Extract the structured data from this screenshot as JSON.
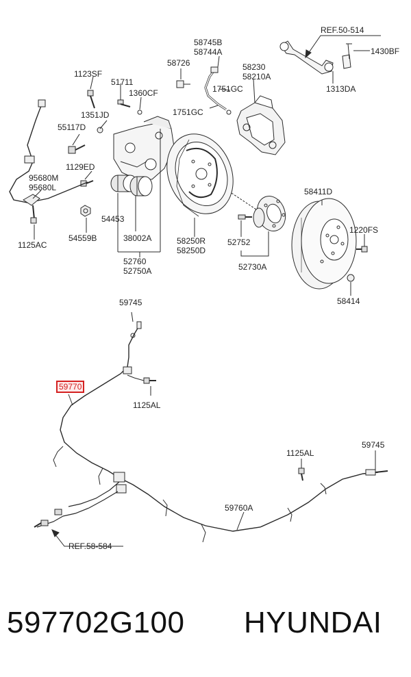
{
  "labels": {
    "ref_50_514": "REF.50-514",
    "p1430BF": "1430BF",
    "p1313DA": "1313DA",
    "p58745B": "58745B",
    "p58744A": "58744A",
    "p58726": "58726",
    "p1123SF": "1123SF",
    "p51711": "51711",
    "p1360CF": "1360CF",
    "p1751GC_a": "1751GC",
    "p1751GC_b": "1751GC",
    "p58230": "58230",
    "p58210A": "58210A",
    "p1351JD": "1351JD",
    "p55117D": "55117D",
    "p1129ED": "1129ED",
    "p95680M": "95680M",
    "p95680L": "95680L",
    "p1125AC": "1125AC",
    "p54453": "54453",
    "p54559B": "54559B",
    "p38002A": "38002A",
    "p52760": "52760",
    "p52750A": "52750A",
    "p58250R": "58250R",
    "p58250D": "58250D",
    "p52752": "52752",
    "p52730A": "52730A",
    "p58411D": "58411D",
    "p1220FS": "1220FS",
    "p58414": "58414",
    "p59745_top": "59745",
    "p59770": "59770",
    "p1125AL_a": "1125AL",
    "p1125AL_b": "1125AL",
    "p59745_right": "59745",
    "p59760A": "59760A",
    "ref_58_584": "REF.58-584"
  },
  "footer": {
    "part_number": "597702G100",
    "brand": "HYUNDAI"
  },
  "colors": {
    "line": "#2a2a2a",
    "highlight": "#d42020",
    "highlight_bg": "#fdeaea"
  }
}
